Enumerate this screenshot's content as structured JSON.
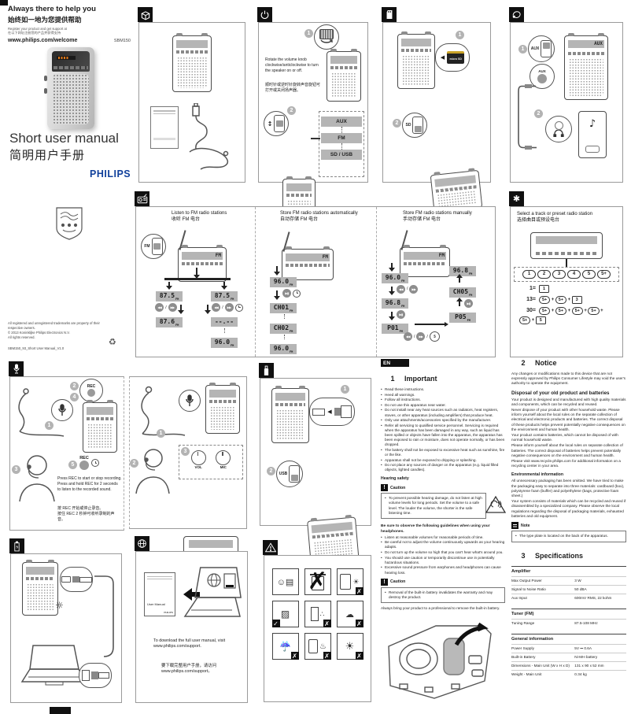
{
  "intro": {
    "tagline_en": "Always there to help you",
    "tagline_zh": "始终如一地为您提供帮助",
    "register_en": "Register your product and get support at",
    "register_zh": "在以下网址注册您的产品并获得支持",
    "url": "www.philips.com/welcome",
    "model": "SBM150",
    "title_en": "Short user manual",
    "title_zh": "简明用户手册",
    "brand": "PHILIPS",
    "brand_color": "#11409b"
  },
  "icons": {
    "prev": "◀◀",
    "next": "▶▶",
    "play": "▶▮",
    "updown": "↕",
    "eject_arrow": "◀",
    "music": "♪",
    "led": "☼",
    "recycle": "♻"
  },
  "power": {
    "text_en": "Rotate the volume knob clockwise/anticlockwise to turn the speaker on or off.",
    "text_zh": "顺时针或逆时针旋转声音旋钮可打开或关闭扬声器。",
    "sources": [
      "AUX",
      "FM",
      "SD / USB"
    ]
  },
  "sd": {
    "slider": "SD",
    "card": "micro SD"
  },
  "aux": {
    "slider": "AUX",
    "jack": "AUX",
    "display": "AUX"
  },
  "usb": {
    "slider": "USB"
  },
  "fm": {
    "unit": "FM",
    "listen": {
      "title_en": "Listen to FM radio stations",
      "title_zh": "收听 FM 电台",
      "switch": "FM",
      "display": "FM",
      "a": [
        "87.5",
        "87.6"
      ],
      "b": [
        "87.5",
        "--.--",
        "96.0"
      ]
    },
    "auto": {
      "title_en": "Store FM radio stations automatically",
      "title_zh": "自动存储 FM 电台",
      "display": "FM",
      "seq": [
        "96.0",
        "CH01",
        "CH02",
        "96.0"
      ]
    },
    "manual": {
      "title_en": "Store FM radio stations manually",
      "title_zh": "手动存储 FM 电台",
      "display": "FM",
      "down": [
        "96.0",
        "96.8",
        "P01"
      ],
      "up": [
        "96.8",
        "CH05",
        "P05"
      ],
      "key5": "5"
    }
  },
  "select": {
    "title_en": "Select a track or preset radio station",
    "title_zh": "选择曲目或预设电台",
    "buttons": [
      "1",
      "2",
      "3",
      "4",
      "5",
      "5+"
    ],
    "plus": "+",
    "equations": [
      {
        "label": "1=",
        "keys": [
          "1"
        ]
      },
      {
        "label": "13=",
        "keys": [
          "5+",
          "5+",
          "3"
        ]
      },
      {
        "label": "30=",
        "keys": [
          "5+",
          "5+",
          "5+",
          "5+",
          "5+",
          "5"
        ]
      }
    ]
  },
  "rec": {
    "button": "REC",
    "text_en": "Press REC to start or stop recording. Press and hold REC for 2 seconds to listen to the recorded sound.",
    "text_zh1": "按 REC 开始或停止录音。",
    "text_zh2": "按住 REC 2 秒钟可收听录制的声音。",
    "vol": "VOL",
    "mic": "MIC"
  },
  "download": {
    "text_en1": "To download the full user manual, visit",
    "text_en2": "www.philips.com/support.",
    "text_zh1": "要下载完整用户手册，请访问",
    "text_zh2": "www.philips.com/support。",
    "booklet": "User Manual",
    "booklet_brand": "PHILIPS"
  },
  "warnings": {
    "cross": "✗",
    "check": "✓",
    "cells": [
      {
        "name": "read-user-manual",
        "glyph": "☺▤",
        "badge": ""
      },
      {
        "name": "no-trash-disposal",
        "glyph": "",
        "badge": ""
      },
      {
        "name": "keep-away-from-heat",
        "glyph": "☀",
        "badge": "✗"
      },
      {
        "name": "clean-with-dry-cloth-only",
        "glyph": "▨",
        "badge": "✓"
      },
      {
        "name": "no-spray-cleaners",
        "glyph": "∴",
        "badge": "✗"
      },
      {
        "name": "no-foam-or-liquids",
        "glyph": "☁",
        "badge": "✗"
      },
      {
        "name": "no-rain",
        "glyph": "☔",
        "badge": "✗"
      },
      {
        "name": "no-fire",
        "glyph": "♨",
        "badge": "✗"
      },
      {
        "name": "no-direct-sunlight",
        "glyph": "☀",
        "badge": "✗"
      }
    ]
  },
  "important": {
    "lang": "EN",
    "num": "1",
    "title": "Important",
    "bullets": [
      "Read these instructions.",
      "Heed all warnings.",
      "Follow all instructions.",
      "Do not use this apparatus near water.",
      "Do not install near any heat sources such as radiators, heat registers, stoves, or other apparatus (including amplifiers) that produce heat.",
      "Only use attachments/accessories specified by the manufacturer.",
      "Refer all servicing to qualified service personnel. Servicing is required when the apparatus has been damaged in any way, such as liquid has been spilled or objects have fallen into the apparatus, the apparatus has been exposed to rain or moisture, does not operate normally, or has been dropped.",
      "The battery shall not be exposed to excessive heat such as sunshine, fire or the like.",
      "Apparatus shall not be exposed to dripping or splashing.",
      "Do not place any sources of danger on the apparatus (e.g. liquid filled objects, lighted candles)."
    ],
    "hearing_title": "Hearing safety",
    "caution_label": "Caution",
    "caution1": "To prevent possible hearing damage, do not listen at high volume levels for long periods. Set the volume to a safe level. The louder the volume, the shorter is the safe listening time.",
    "headphones_lead": "Be sure to observe the following guidelines when using your headphones.",
    "guidelines": [
      "Listen at reasonable volumes for reasonable periods of time.",
      "Be careful not to adjust the volume continuously upwards as your hearing adapts.",
      "Do not turn up the volume so high that you can't hear what's around you.",
      "You should use caution or temporarily discontinue use in potentially hazardous situations.",
      "Excessive sound pressure from earphones and headphones can cause hearing loss."
    ],
    "caution2": "Removal of the built-in battery invalidates the warranty and may destroy the product.",
    "battery_note": "Always bring your product to a professional to remove the built-in battery."
  },
  "notice": {
    "num": "2",
    "title": "Notice",
    "para": "Any changes or modifications made to this device that are not expressly approved by Philips Consumer Lifestyle may void the user's authority to operate the equipment.",
    "disposal_title": "Disposal of your old product and batteries",
    "disposal_paras": [
      "Your product is designed and manufactured with high quality materials and components, which can be recycled and reused.",
      "Never dispose of your product with other household waste. Please inform yourself about the local rules on the separate collection of electrical and electronic products and batteries. The correct disposal of these products helps prevent potentially negative consequences on the environment and human health.",
      "Your product contains batteries, which cannot be disposed of with normal household waste.",
      "Please inform yourself about the local rules on separate collection of batteries. The correct disposal of batteries helps prevent potentially negative consequences on the environment and human health.",
      "Please visit www.recycle.philips.com for additional information on a recycling center in your area."
    ],
    "env_title": "Environmental information",
    "env_paras": [
      "All unnecessary packaging has been omitted. We have tried to make the packaging easy to separate into three materials: cardboard (box), polystyrene foam (buffer) and polyethylene (bags, protective foam sheet.)",
      "Your system consists of materials which can be recycled and reused if disassembled by a specialized company. Please observe the local regulations regarding the disposal of packaging materials, exhausted batteries and old equipment."
    ],
    "note_label": "Note",
    "note": "The type plate is located on the back of the apparatus."
  },
  "specs": {
    "num": "3",
    "title": "Specifications",
    "sections": [
      {
        "title": "Amplifier",
        "rows": [
          [
            "Max Output Power",
            "3 W"
          ],
          [
            "Signal to Noise Ratio",
            "50 dBA"
          ],
          [
            "Aux Input",
            "600mV RMS, 22 kohm"
          ]
        ]
      },
      {
        "title": "Tuner (FM)",
        "rows": [
          [
            "Tuning Range",
            "87.5-108 MHz"
          ]
        ]
      },
      {
        "title": "General information",
        "rows": [
          [
            "Power Supply",
            "5V ⎓ 0.6A"
          ],
          [
            "Built-in Battery",
            "Ni-MH battery"
          ],
          [
            "Dimensions - Main Unit (W x H x D)",
            "131 x 90 x 52 mm"
          ],
          [
            "Weight - Main Unit",
            "0.34 kg"
          ]
        ]
      }
    ]
  },
  "footer": {
    "trademark": "All registered and unregistered trademarks are property of their respective owners.",
    "copyright": "© 2013 Koninklijke Philips Electronics N.V.",
    "rights": "All rights reserved.",
    "docid": "SBM150_93_Short User Manual_V1.0"
  }
}
